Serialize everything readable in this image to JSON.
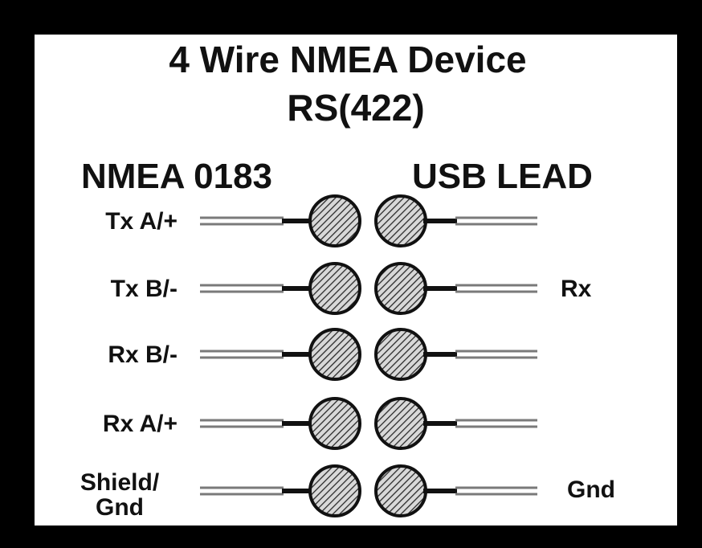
{
  "title": {
    "line1": "4 Wire NMEA Device",
    "line2": "RS(422)"
  },
  "headers": {
    "left": "NMEA 0183",
    "right": "USB LEAD"
  },
  "rows": [
    {
      "left_label": "Tx A/+",
      "right_label": ""
    },
    {
      "left_label": "Tx B/-",
      "right_label": "Rx"
    },
    {
      "left_label": "Rx B/-",
      "right_label": ""
    },
    {
      "left_label": "Rx A/+",
      "right_label": ""
    },
    {
      "left_label_lines": [
        "Shield/",
        "Gnd"
      ],
      "right_label": "Gnd"
    }
  ],
  "colors": {
    "frame": "#000000",
    "panel": "#ffffff",
    "ink": "#111111",
    "terminal_fill": "#9a9a9a",
    "wire_gray": "#7a7a7a"
  },
  "icons": {
    "terminal": "hatched-circle-terminal",
    "wire": "double-line-wire"
  }
}
